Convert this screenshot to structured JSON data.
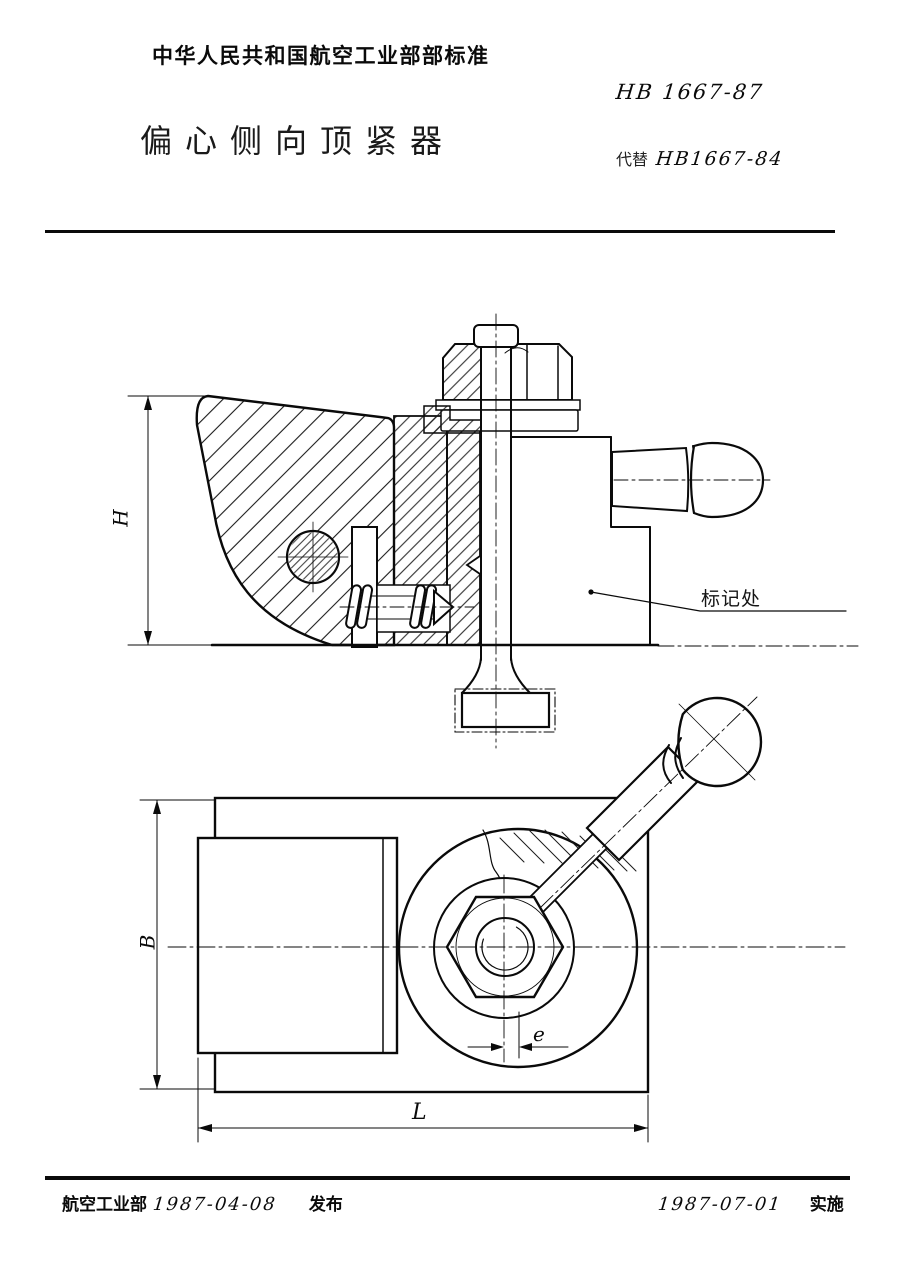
{
  "page": {
    "header": {
      "ministry_standard": "中华人民共和国航空工业部部标准",
      "standard_no": "HB 1667-87",
      "title": "偏心侧向顶紧器",
      "replaces_label": "代替",
      "replaces_no": "HB1667-84"
    },
    "drawing": {
      "callout_marking": "标记处",
      "dim_height": "H",
      "dim_width": "B",
      "dim_length": "L",
      "dim_eccentricity": "e"
    },
    "footer": {
      "issuer": "航空工业部",
      "issue_date": "1987-04-08",
      "issue_label": "发布",
      "impl_date": "1987-07-01",
      "impl_label": "实施"
    }
  }
}
